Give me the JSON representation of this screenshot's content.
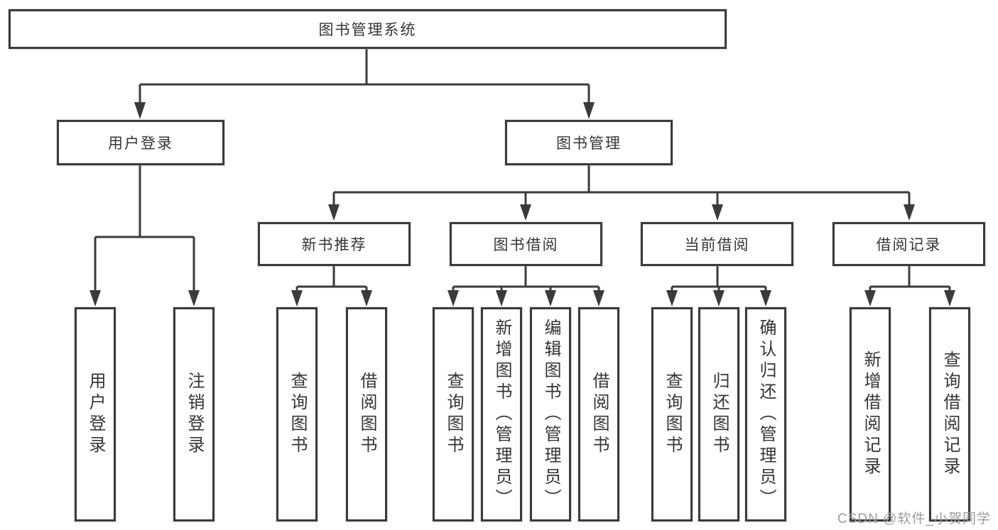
{
  "tree": {
    "root": {
      "label": "图书管理系统",
      "children": [
        {
          "label": "用户登录",
          "children": [
            {
              "label": "用户登录"
            },
            {
              "label": "注销登录"
            }
          ]
        },
        {
          "label": "图书管理",
          "children": [
            {
              "label": "新书推荐",
              "children": [
                {
                  "label": "查询图书"
                },
                {
                  "label": "借阅图书"
                }
              ]
            },
            {
              "label": "图书借阅",
              "children": [
                {
                  "label": "查询图书"
                },
                {
                  "label": "新增图书（管理员）"
                },
                {
                  "label": "编辑图书（管理员）"
                },
                {
                  "label": "借阅图书"
                }
              ]
            },
            {
              "label": "当前借阅",
              "children": [
                {
                  "label": "查询图书"
                },
                {
                  "label": "归还图书"
                },
                {
                  "label": "确认归还（管理员）"
                }
              ]
            },
            {
              "label": "借阅记录",
              "children": [
                {
                  "label": "新增借阅记录"
                },
                {
                  "label": "查询借阅记录"
                }
              ]
            }
          ]
        }
      ]
    }
  },
  "watermark": {
    "text": "CSDN @软件_小贺同学"
  },
  "colors": {
    "line": "#3b3b3b",
    "box_border": "#3b3b3b",
    "text": "#353535",
    "watermark": "#9c9c9c",
    "background": "#ffffff"
  }
}
